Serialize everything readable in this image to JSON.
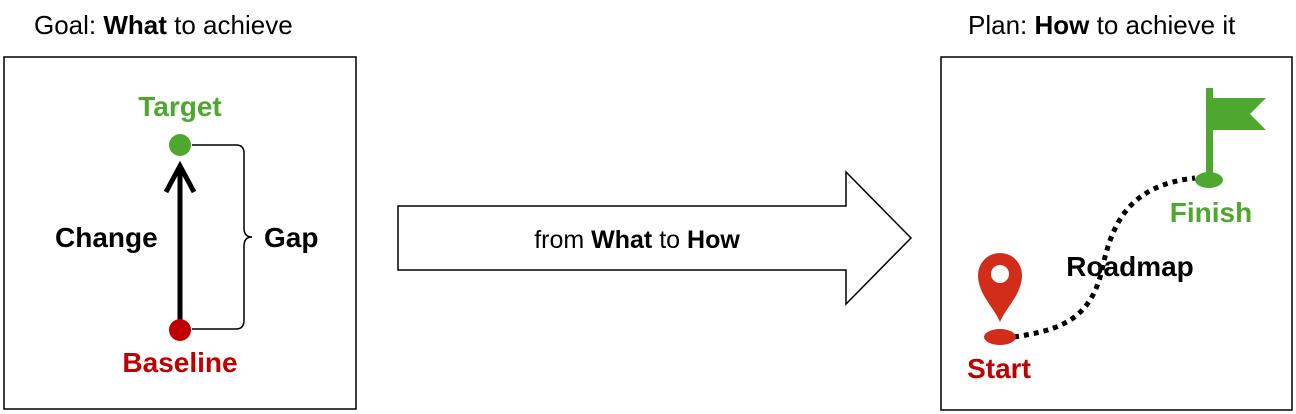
{
  "goal_panel": {
    "title_prefix": "Goal: ",
    "title_bold": "What",
    "title_suffix": " to achieve",
    "target_label": "Target",
    "baseline_label": "Baseline",
    "change_label": "Change",
    "gap_label": "Gap"
  },
  "transition_arrow": {
    "text_prefix": "from ",
    "text_bold_1": "What",
    "text_middle": " to ",
    "text_bold_2": "How"
  },
  "plan_panel": {
    "title_prefix": "Plan: ",
    "title_bold": "How",
    "title_suffix": " to achieve it",
    "finish_label": "Finish",
    "roadmap_label": "Roadmap",
    "start_label": "Start"
  },
  "colors": {
    "target_green": "#4ea72e",
    "baseline_red": "#c00000",
    "pin_red": "#d12d1a",
    "black": "#000000"
  }
}
